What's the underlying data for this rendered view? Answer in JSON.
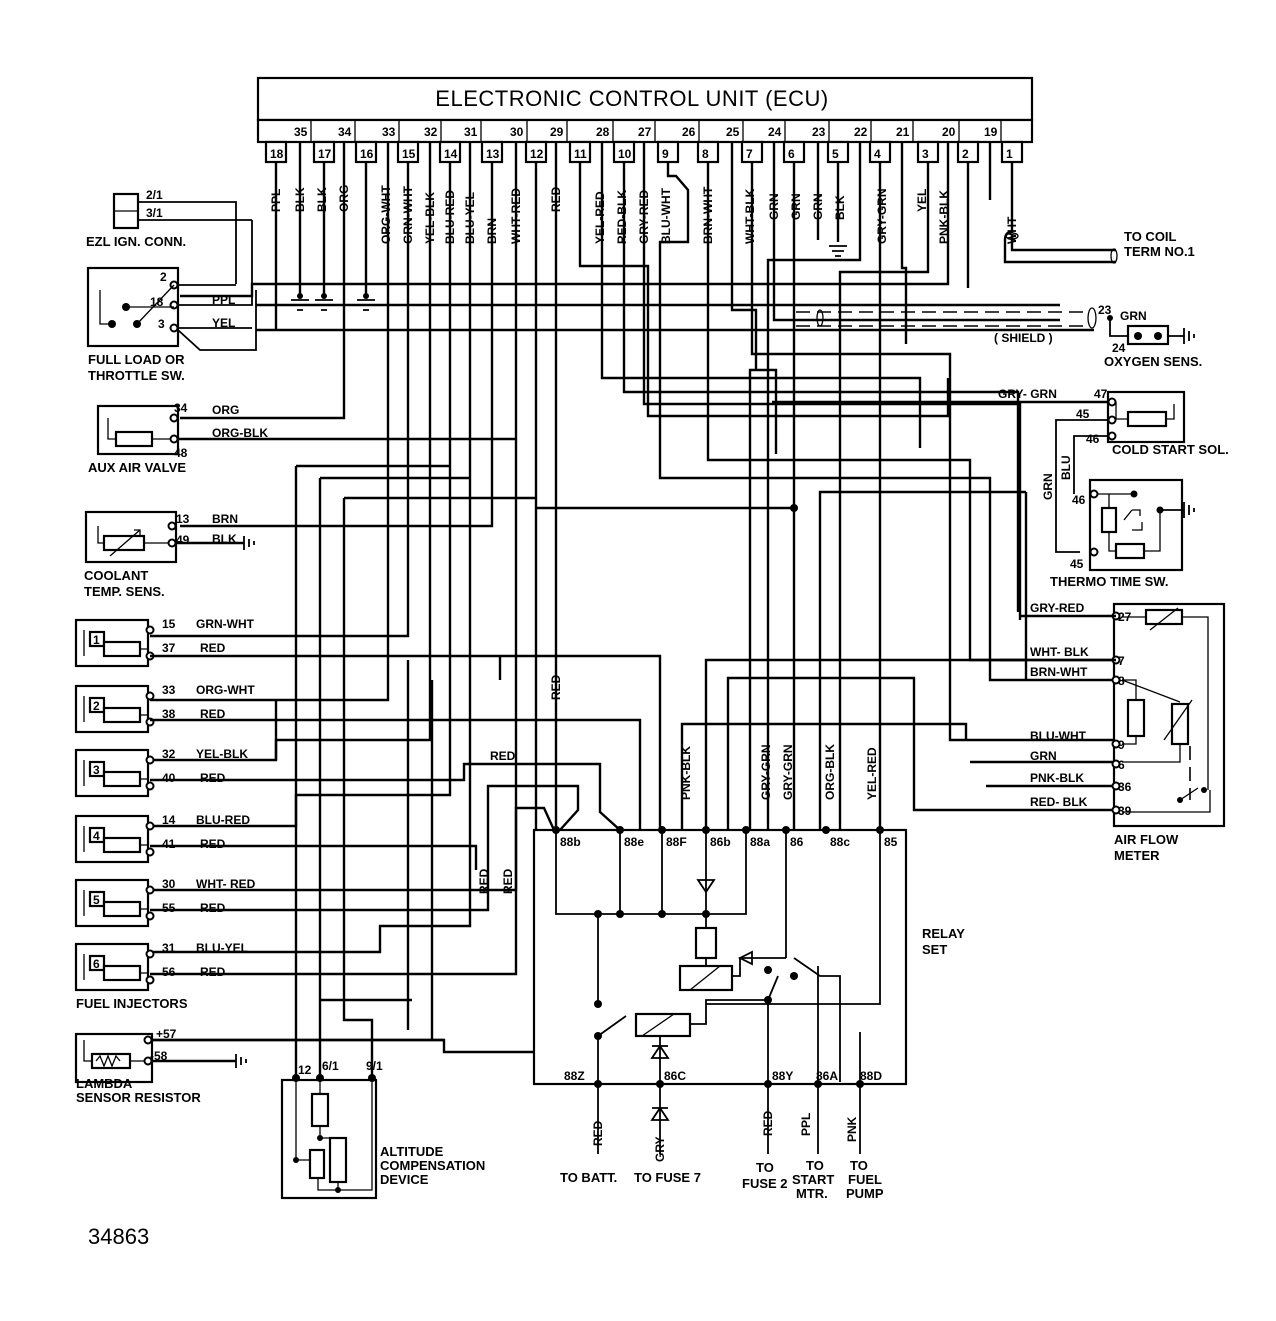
{
  "ecu": {
    "title": "ELECTRONIC CONTROL UNIT (ECU)",
    "pins_upper": [
      "35",
      "34",
      "33",
      "32",
      "31",
      "30",
      "29",
      "28",
      "27",
      "26",
      "25",
      "24",
      "23",
      "22",
      "21",
      "20",
      "19"
    ],
    "pins_lower": [
      "18",
      "17",
      "16",
      "15",
      "14",
      "13",
      "12",
      "11",
      "10",
      "9",
      "8",
      "7",
      "6",
      "5",
      "4",
      "3",
      "2",
      "1"
    ],
    "wire_colors": [
      "PPL",
      "BLK",
      "BLK",
      "ORG",
      "ORG-WHT",
      "GRN-WHT",
      "YEL-BLK",
      "BLU-RED",
      "BLU-YEL",
      "BRN",
      "WHT-RED",
      "RED",
      "YEL-RED",
      "RED-BLK",
      "GRY-RED",
      "BLU-WHT",
      "BRN-WHT",
      "WHT-BLK",
      "GRN",
      "GRN",
      "GRN",
      "BLK",
      "GRY-GRN",
      "YEL",
      "PNK-BLK",
      "WHT"
    ]
  },
  "ezl": {
    "label": "EZL IGN. CONN.",
    "pins": [
      "2/1",
      "3/1"
    ]
  },
  "throttle_switch": {
    "label_line1": "FULL LOAD OR",
    "label_line2": "THROTTLE SW.",
    "pins": [
      "2",
      "18",
      "3"
    ],
    "wires": [
      "PPL",
      "YEL"
    ]
  },
  "aux_air": {
    "label": "AUX AIR VALVE",
    "pins": [
      "34",
      "48"
    ],
    "wires": [
      "ORG",
      "ORG-BLK"
    ]
  },
  "coolant": {
    "label_line1": "COOLANT",
    "label_line2": "TEMP. SENS.",
    "pins": [
      "13",
      "49"
    ],
    "wires": [
      "BRN",
      "BLK"
    ]
  },
  "injectors": {
    "label": "FUEL INJECTORS",
    "items": [
      {
        "num": "1",
        "pin_a": "15",
        "wire_a": "GRN-WHT",
        "pin_b": "37",
        "wire_b": "RED"
      },
      {
        "num": "2",
        "pin_a": "33",
        "wire_a": "ORG-WHT",
        "pin_b": "38",
        "wire_b": "RED"
      },
      {
        "num": "3",
        "pin_a": "32",
        "wire_a": "YEL-BLK",
        "pin_b": "40",
        "wire_b": "RED"
      },
      {
        "num": "4",
        "pin_a": "14",
        "wire_a": "BLU-RED",
        "pin_b": "41",
        "wire_b": "RED"
      },
      {
        "num": "5",
        "pin_a": "30",
        "wire_a": "WHT- RED",
        "pin_b": "55",
        "wire_b": "RED"
      },
      {
        "num": "6",
        "pin_a": "31",
        "wire_a": "BLU-YEL",
        "pin_b": "56",
        "wire_b": "RED"
      }
    ]
  },
  "lambda": {
    "label_line1": "LAMBDA",
    "label_line2": "SENSOR RESISTOR",
    "pins": [
      "+57",
      "-58"
    ]
  },
  "altitude": {
    "label_line1": "ALTITUDE",
    "label_line2": "COMPENSATION",
    "label_line3": "DEVICE",
    "pins": [
      "12",
      "6/1",
      "9/1"
    ]
  },
  "relay": {
    "label_line1": "RELAY",
    "label_line2": "SET",
    "top_pins": [
      "88b",
      "88e",
      "88F",
      "86b",
      "88a",
      "86",
      "88c",
      "85"
    ],
    "bottom_pins": [
      "88Z",
      "86C",
      "88Y",
      "86A",
      "88D"
    ],
    "top_wires": [
      "RED",
      "PNK-BLK",
      "GRY-GRN",
      "GRY-GRN",
      "ORG-BLK",
      "YEL-RED",
      "RED",
      "RED",
      "RED"
    ],
    "bottom_wires": [
      "RED",
      "GRY",
      "RED",
      "PPL",
      "PNK"
    ],
    "destinations": [
      "TO BATT.",
      "TO FUSE 7",
      "TO",
      "FUSE 2",
      "TO",
      "START",
      "MTR.",
      "TO",
      "FUEL",
      "PUMP"
    ]
  },
  "coil": {
    "label_line1": "TO COIL",
    "label_line2": "TERM NO.1"
  },
  "oxygen": {
    "label": "OXYGEN SENS.",
    "pins": [
      "23",
      "24"
    ],
    "wire": "GRN",
    "shield": "( SHIELD )"
  },
  "cold_start": {
    "label": "COLD START SOL.",
    "pins": [
      "47",
      "45",
      "46"
    ],
    "wire": "GRY- GRN"
  },
  "thermo": {
    "label": "THERMO TIME SW.",
    "pins": [
      "46",
      "45"
    ],
    "wires": [
      "GRN",
      "BLU"
    ]
  },
  "air_flow": {
    "label_line1": "AIR FLOW",
    "label_line2": "METER",
    "pins": [
      "27",
      "7",
      "8",
      "9",
      "6",
      "36",
      "39"
    ],
    "wires": [
      "GRY-RED",
      "WHT- BLK",
      "BRN-WHT",
      "BLU-WHT",
      "GRN",
      "PNK-BLK",
      "RED- BLK"
    ]
  },
  "figure_number": "34863"
}
